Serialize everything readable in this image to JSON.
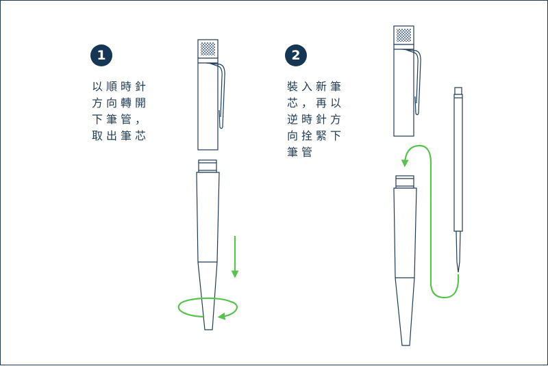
{
  "step1": {
    "number": "1",
    "lines": [
      "以順時針",
      "方向轉開",
      "下筆管，",
      "取出筆芯"
    ]
  },
  "step2": {
    "number": "2",
    "lines": [
      "裝入新筆",
      "芯，再以",
      "逆時針方",
      "向拴緊下",
      "筆管"
    ]
  },
  "colors": {
    "outline": "#1d3a56",
    "badge": "#163656",
    "arrow": "#58c24e"
  },
  "icons": [
    "rotate-arrow-icon",
    "down-arrow-icon",
    "curved-arrow-icon",
    "crosshatch-grip-icon"
  ]
}
